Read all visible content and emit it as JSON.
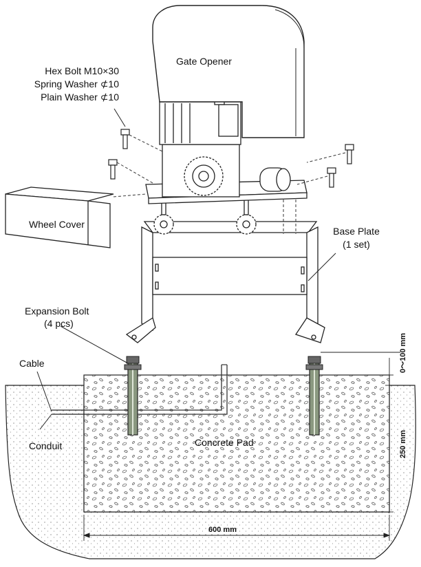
{
  "labels": {
    "gate_opener": "Gate Opener",
    "hex_bolt": "Hex Bolt M10×30",
    "spring_washer": "Spring Washer ⊄10",
    "plain_washer": "Plain Washer ⊄10",
    "wheel_cover": "Wheel Cover",
    "base_plate": "Base Plate",
    "base_plate_qty": "(1 set)",
    "expansion_bolt": "Expansion Bolt",
    "expansion_bolt_qty": "(4 pcs)",
    "cable": "Cable",
    "conduit": "Conduit",
    "concrete_pad": "Concrete Pad"
  },
  "dimensions": {
    "protrusion": "0～100 mm",
    "depth": "250 mm",
    "width": "600 mm"
  }
}
